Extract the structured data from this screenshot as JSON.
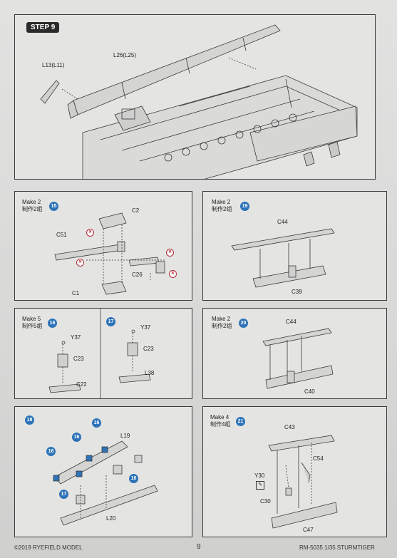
{
  "step": {
    "label": "STEP 9"
  },
  "main": {
    "labels": {
      "l13": "L13(L11)",
      "l26": "L26(L25)"
    }
  },
  "panel15": {
    "make": "Make 2",
    "make_cn": "制作2组",
    "num": "15",
    "parts": {
      "c2": "C2",
      "c51": "C51",
      "c26": "C26",
      "c1": "C1"
    }
  },
  "panel19": {
    "make": "Make 2",
    "make_cn": "制作2组",
    "num": "19",
    "parts": {
      "c44": "C44",
      "c39": "C39"
    }
  },
  "panel16": {
    "make": "Make 5",
    "make_cn": "制作5组",
    "num": "16",
    "parts": {
      "y37": "Y37",
      "c23": "C23",
      "c22": "C22"
    }
  },
  "panel17": {
    "num": "17",
    "parts": {
      "y37": "Y37",
      "c23": "C23",
      "l38": "L38"
    }
  },
  "panel20": {
    "make": "Make 2",
    "make_cn": "制作2组",
    "num": "20",
    "parts": {
      "c44": "C44",
      "c40": "C40"
    }
  },
  "panel18": {
    "num": "18",
    "callouts": [
      "16",
      "16",
      "16",
      "16",
      "17"
    ],
    "parts": {
      "l19": "L19",
      "l20": "L20"
    }
  },
  "panel21": {
    "make": "Make 4",
    "make_cn": "制作4组",
    "num": "21",
    "parts": {
      "c43": "C43",
      "c54": "C54",
      "y30": "Y30",
      "c30": "C30",
      "c47": "C47"
    }
  },
  "footer": {
    "copyright": "©2019 RYEFIELD MODEL",
    "page": "9",
    "code": "RM-5035 1/35 STURMTIGER"
  },
  "colors": {
    "callout": "#2d73b8",
    "warning": "#b02a35",
    "line": "#3a3a3a"
  }
}
